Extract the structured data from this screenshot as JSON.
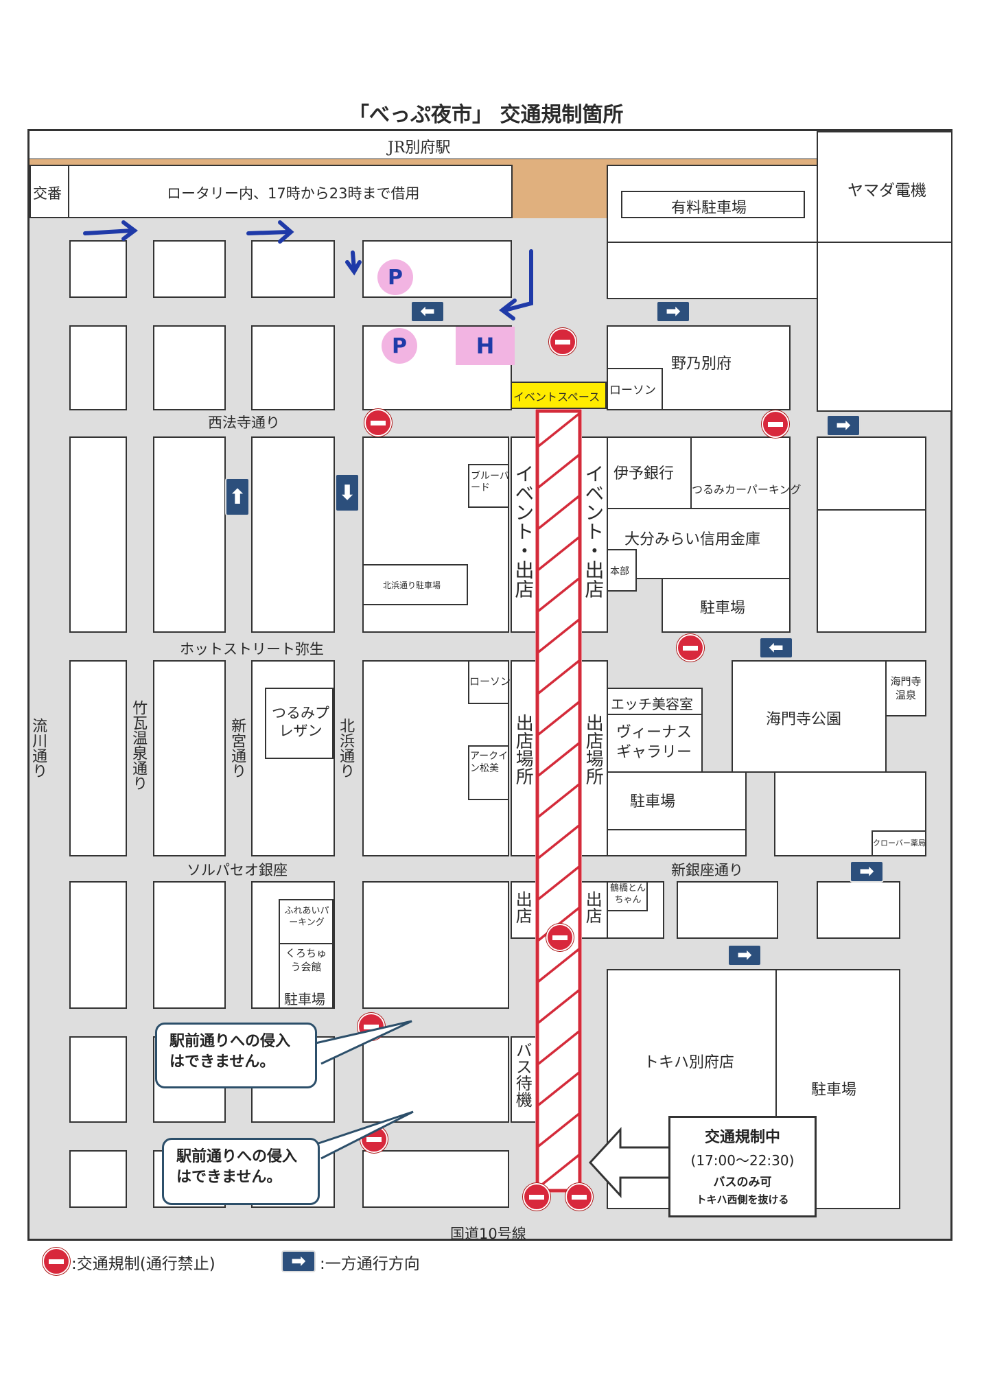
{
  "title": "「べっぷ夜市」 交通規制箇所",
  "top": {
    "station": "JR別府駅",
    "koban": "交番",
    "rotary": "ロータリー内、17時から23時まで借用",
    "yamada": "ヤマダ電機",
    "paid_parking": "有料駐車場"
  },
  "streets": {
    "saihoji": "西法寺通り",
    "hotstreet": "ホットストリート弥生",
    "solpaseo": "ソルパセオ銀座",
    "shinginza": "新銀座通り",
    "route10": "国道10号線",
    "nagarekawa": "流川通り",
    "takegawara": "竹瓦温泉通り",
    "shinmiya": "新宮通り",
    "kitahama": "北浜通り"
  },
  "places": {
    "nonobeppu": "野乃別府",
    "lawson1": "ローソン",
    "event_space": "イベントスペース",
    "blue_bird": "ブルーバード",
    "event_shop": "イベント・出店",
    "iyo_bank": "伊予銀行",
    "tsurumi_cp": "つるみカーパーキング",
    "oita_mirai": "大分みらい信用金庫",
    "honbu": "本部",
    "kitahama_parking": "北浜通り駐車場",
    "parking": "駐車場",
    "lawson2": "ローソン",
    "shop_place": "出店場所",
    "ecchi": "エッチ美容室",
    "venus": "ヴィーナスギャラリー",
    "kaimonji_park": "海門寺公園",
    "kaimonji_onsen": "海門寺温泉",
    "clover": "クローバー薬局",
    "tsurumi_plaza": "つるみプレザン",
    "arcuin": "アークイン松美",
    "fureai": "ふれあいパーキング",
    "kurochiku": "くろちゅう会館",
    "shop": "出店",
    "tsurubashi": "鶴橋とんちゃん",
    "tokiha": "トキハ別府店",
    "bus_wait": "バス待機"
  },
  "callouts": {
    "no_entry_1": "駅前通りへの侵入はできません。",
    "no_entry_2": "駅前通りへの侵入はできません。",
    "reg_title": "交通規制中",
    "reg_time": "(17:00〜22:30)",
    "reg_bus": "バスのみ可",
    "reg_route": "トキハ西側を抜ける"
  },
  "handwritten": {
    "p1": "P",
    "p2": "P",
    "h": "H"
  },
  "legend": {
    "no_traffic": ":交通規制(通行禁止)",
    "one_way": ":一方通行方向"
  },
  "colors": {
    "map_bg": "#dedede",
    "sign": "#2c4f7c",
    "no_entry": "#d8283c",
    "hatch": "#d42b3a",
    "event_yellow": "#ffec00",
    "station_band": "#e0b07e",
    "handwritten_blue": "#1f3aa8",
    "highlight_pink": "#f2b4e2"
  }
}
